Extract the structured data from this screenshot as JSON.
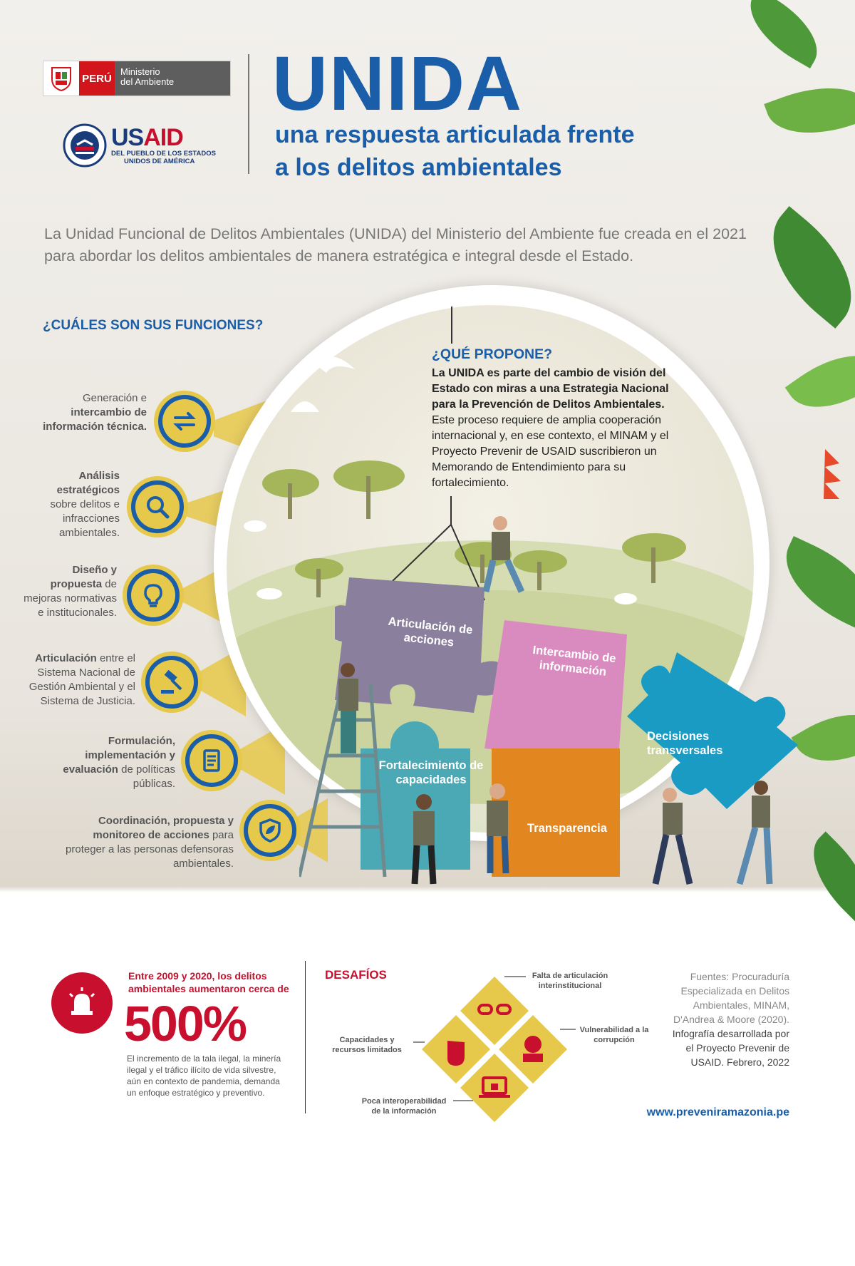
{
  "header": {
    "peru_label": "PERÚ",
    "minam_line1": "Ministerio",
    "minam_line2": "del Ambiente",
    "usaid_us": "US",
    "usaid_aid": "AID",
    "usaid_tag1": "DEL PUEBLO DE LOS ESTADOS",
    "usaid_tag2": "UNIDOS DE AMÉRICA",
    "title": "UNIDA",
    "subtitle_line1": "una respuesta articulada frente",
    "subtitle_line2": "a los delitos ambientales"
  },
  "intro": "La Unidad Funcional de Delitos Ambientales (UNIDA) del Ministerio del Ambiente fue creada en el 2021 para abordar los delitos ambientales de manera estratégica e integral desde el Estado.",
  "functions": {
    "title": "¿CUÁLES SON SUS FUNCIONES?",
    "items": [
      {
        "pre": "Generación e ",
        "bold": "intercambio de información técnica.",
        "post": "",
        "icon": "exchange-arrows-icon"
      },
      {
        "pre": "",
        "bold": "Análisis estratégicos",
        "post": " sobre delitos e infracciones ambientales.",
        "icon": "magnifier-icon"
      },
      {
        "pre": "",
        "bold": "Diseño y propuesta",
        "post": " de mejoras normativas e institucionales.",
        "icon": "lightbulb-icon"
      },
      {
        "pre": "",
        "bold": "Articulación",
        "post": " entre el Sistema Nacional de Gestión Ambiental y el Sistema de Justicia.",
        "icon": "gavel-icon"
      },
      {
        "pre": "",
        "bold": "Formulación, implementación y evaluación",
        "post": " de políticas públicas.",
        "icon": "document-icon"
      },
      {
        "pre": "",
        "bold": "Coordinación, propuesta y monitoreo de acciones",
        "post": " para proteger a las personas defensoras ambientales.",
        "icon": "shield-leaf-icon"
      }
    ]
  },
  "propone": {
    "title": "¿QUÉ PROPONE?",
    "bold": "La UNIDA es parte del cambio de visión del Estado con miras a una Estrategia Nacional para la Prevención de Delitos Ambientales.",
    "text": " Este proceso requiere de amplia cooperación internacional y, en ese contexto, el MINAM y el Proyecto Prevenir de USAID suscribieron un Memorando de Entendimiento para su fortalecimiento."
  },
  "puzzle": {
    "articulacion": "Articulación de acciones",
    "intercambio": "Intercambio de información",
    "fortalecimiento": "Fortalecimiento de capacidades",
    "transparencia": "Transparencia",
    "decisiones": "Decisiones transversales"
  },
  "colors": {
    "blue": "#1a5ea9",
    "yellow": "#e6c84a",
    "red": "#c8102e",
    "purple": "#8a7f9c",
    "pink": "#d98bc0",
    "teal": "#4aa9b5",
    "orange": "#e2871f",
    "cyan": "#1a9bc4"
  },
  "stat": {
    "lead": "Entre 2009 y 2020, los delitos ambientales aumentaron cerca de",
    "value": "500%",
    "desc": "El incremento de la tala ilegal, la minería ilegal y el tráfico ilícito de vida silvestre, aún en contexto de pandemia, demanda un enfoque estratégico y preventivo."
  },
  "desafios": {
    "title": "DESAFÍOS",
    "top": "Falta de articulación interinstitucional",
    "left": "Capacidades y recursos limitados",
    "right": "Vulnerabilidad a la corrupción",
    "bottom": "Poca interoperabilidad de la información"
  },
  "sources": {
    "text": "Fuentes: Procuraduría Especializada en Delitos Ambientales, MINAM, D'Andrea & Moore (2020).",
    "credit": "Infografía desarrollada por el Proyecto Prevenir de USAID. Febrero, 2022",
    "url": "www.preveniramazonia.pe"
  }
}
